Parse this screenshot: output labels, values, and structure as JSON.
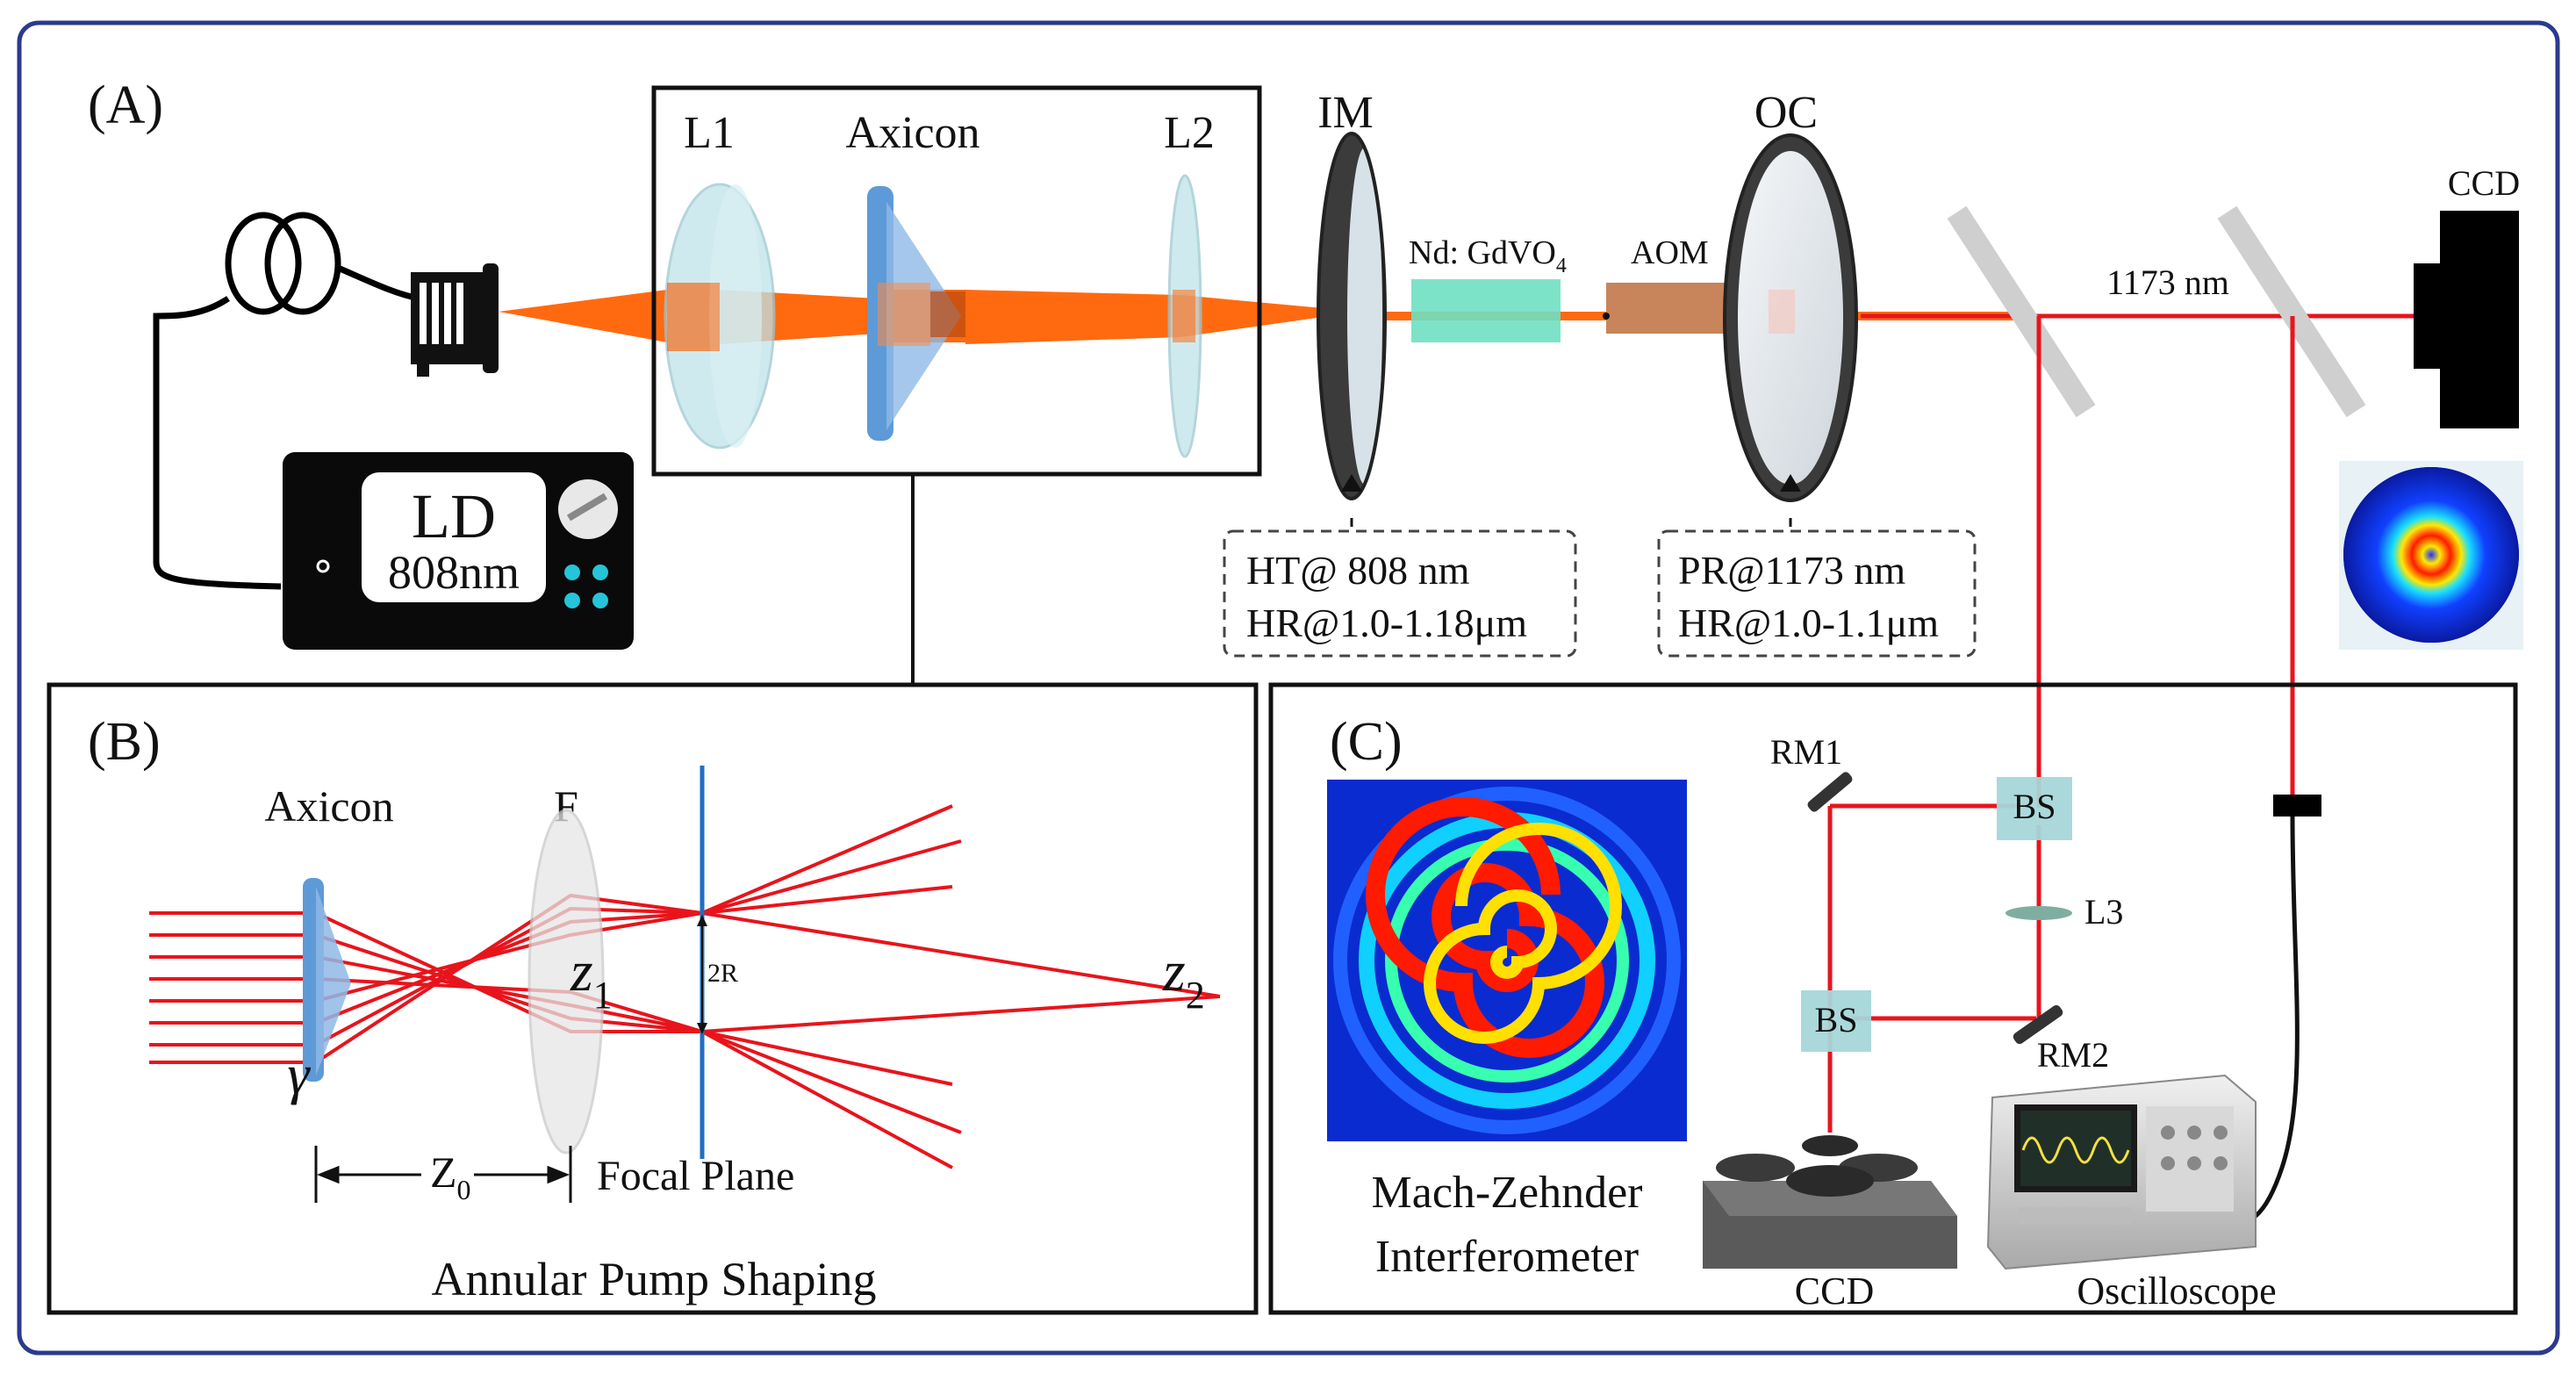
{
  "colors": {
    "frame": "#2b3a8c",
    "beam_red": "#e8141c",
    "pump_orange": "#ff6a10",
    "crystal": "#6fe0c2",
    "aom": "#c8845a",
    "lens_glass": "#bfe3ea",
    "axicon_blue": "#5e9ad8",
    "focal_plane": "#1e6fc0"
  },
  "panel_a": {
    "tag": "(A)",
    "ld_label": "LD",
    "ld_wavelength": "808nm",
    "l1": "L1",
    "axicon": "Axicon",
    "l2": "L2",
    "im": "IM",
    "crystal_main": "Nd: GdVO",
    "crystal_sub": "4",
    "aom": "AOM",
    "oc": "OC",
    "wavelength": "1173 nm",
    "ccd": "CCD",
    "im_coating_1": "HT@ 808 nm",
    "im_coating_2": "HR@1.0-1.18μm",
    "oc_coating_1": "PR@1173 nm",
    "oc_coating_2": "HR@1.0-1.1μm"
  },
  "panel_b": {
    "tag": "(B)",
    "axicon": "Axicon",
    "lens": "F",
    "z1": "z",
    "z1_sub": "1",
    "z2": "z",
    "z2_sub": "2",
    "radius": "2R",
    "gamma": "γ",
    "z0": "Z",
    "z0_sub": "0",
    "focal_plane": "Focal Plane",
    "caption": "Annular Pump Shaping"
  },
  "panel_c": {
    "tag": "(C)",
    "rm1": "RM1",
    "rm2": "RM2",
    "bs_top": "BS",
    "bs_bottom": "BS",
    "l3": "L3",
    "interferometer_1": "Mach-Zehnder",
    "interferometer_2": "Interferometer",
    "ccd": "CCD",
    "oscilloscope": "Oscilloscope"
  }
}
